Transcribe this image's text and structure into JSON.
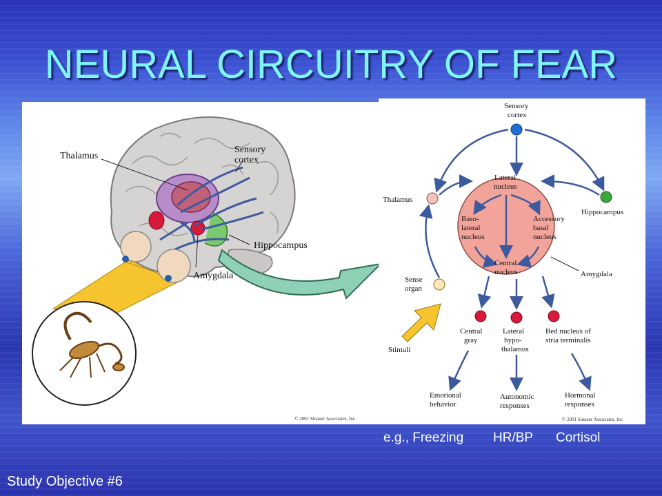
{
  "slide": {
    "title": "NEURAL CIRCUITRY OF FEAR",
    "footer": "Study Objective #6"
  },
  "colors": {
    "title": "#7ff5f7",
    "circuit_arrow": "#3d5a9e",
    "amygdala_fill": "#f2a39a",
    "node_sensory": "#1f6fd0",
    "node_hippocampus": "#3aa83a",
    "node_output": "#d81a3a",
    "stimulus_arrow": "#f6c42e"
  },
  "left_figure": {
    "labels": {
      "thalamus": "Thalamus",
      "sensory_cortex_line1": "Sensory",
      "sensory_cortex_line2": "cortex",
      "hippocampus": "Hippocampus",
      "amygdala": "Amygdala"
    },
    "copyright": "© 2001 Sinauer Associates, Inc."
  },
  "right_figure": {
    "nodes": {
      "sensory_cortex_line1": "Sensory",
      "sensory_cortex_line2": "cortex",
      "thalamus": "Thalamus",
      "hippocampus": "Hippocampus",
      "sense_organ_line1": "Sense",
      "sense_organ_line2": "organ",
      "stimuli": "Stimuli",
      "amygdala": "Amygdala",
      "lateral_nucleus_line1": "Lateral",
      "lateral_nucleus_line2": "nucleus",
      "basolateral_line1": "Baso-",
      "basolateral_line2": "lateral",
      "basolateral_line3": "nucleus",
      "accessory_line1": "Accessory",
      "accessory_line2": "basal",
      "accessory_line3": "nucleus",
      "central_line1": "Central",
      "central_line2": "nucleus",
      "central_gray_line1": "Central",
      "central_gray_line2": "gray",
      "lateral_hypo_line1": "Lateral",
      "lateral_hypo_line2": "hypo-",
      "lateral_hypo_line3": "thalamus",
      "bed_nucleus_line1": "Bed nucleus of",
      "bed_nucleus_line2": "stria terminalis",
      "emotional_line1": "Emotional",
      "emotional_line2": "behavior",
      "autonomic_line1": "Autonomic",
      "autonomic_line2": "responses",
      "hormonal_line1": "Hormonal",
      "hormonal_line2": "responses"
    },
    "copyright": "© 2001 Sinauer Associates, Inc."
  },
  "captions": {
    "freezing": "e.g., Freezing",
    "hrbp": "HR/BP",
    "cortisol": "Cortisol"
  }
}
